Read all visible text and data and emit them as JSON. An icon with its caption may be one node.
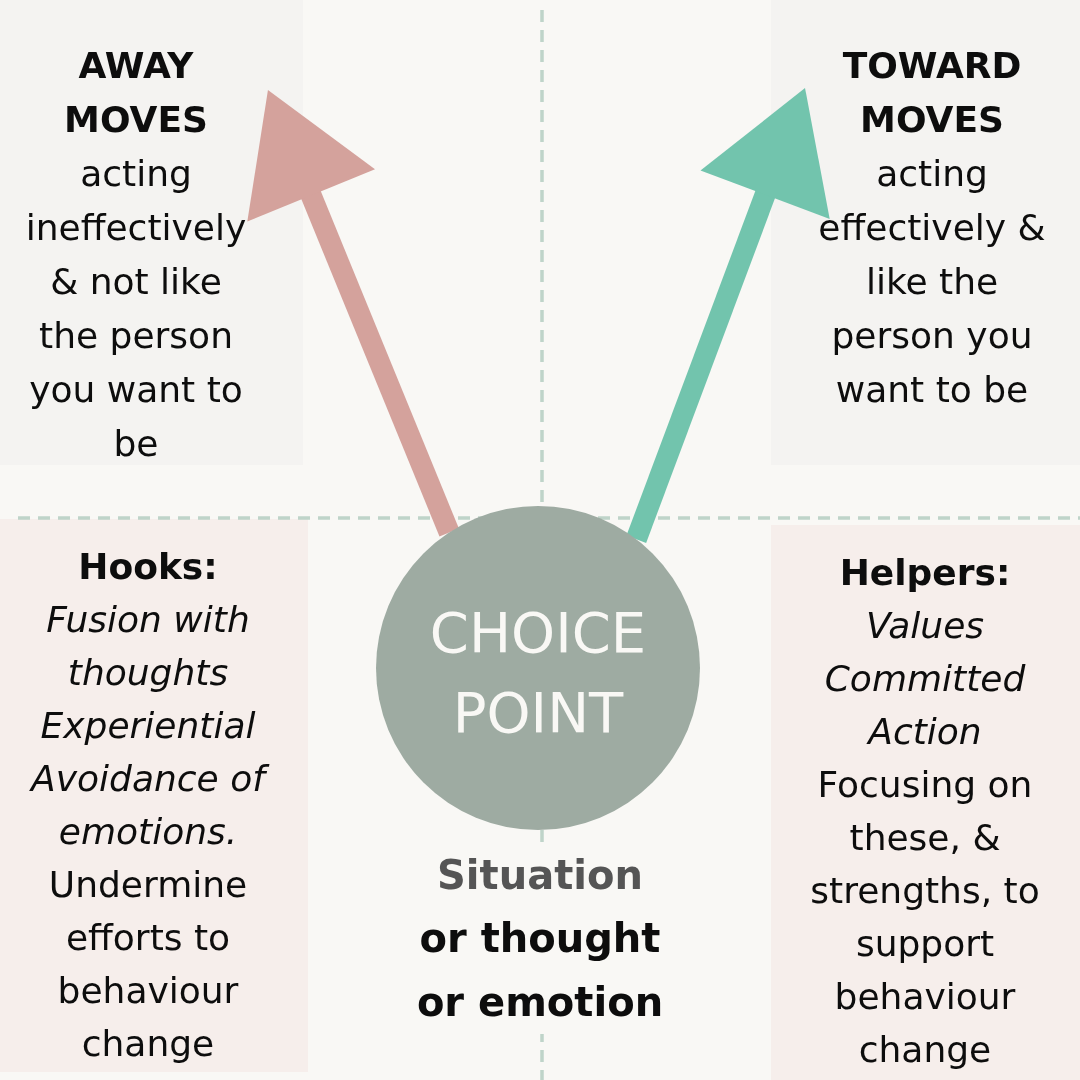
{
  "diagram": {
    "nodes": [
      {
        "text": [
          "AWAY MOVES",
          "acting ineffectively & not like the person you want to be"
        ]
      },
      {
        "text": [
          "TOWARD MOVES",
          "acting effectively & like the person you want to be"
        ]
      },
      {
        "text": [
          "CHOICE POINT"
        ]
      },
      {
        "text": [
          "Hooks:",
          "Fusion with thoughts",
          "Experiential Avoidance of emotions.",
          "Undermine efforts to behaviour change"
        ]
      },
      {
        "text": [
          "Helpers:",
          "Values",
          "Committed Action",
          "Focusing on these, & strengths, to support behaviour change"
        ]
      }
    ],
    "edges": [
      {
        "from": 2,
        "to": 0,
        "arrow": "to",
        "color": "#d4a29c"
      },
      {
        "from": 2,
        "to": 1,
        "arrow": "to",
        "color": "#72c4ad"
      }
    ],
    "labels": [
      "Situation",
      "or thought or emotion"
    ]
  }
}
